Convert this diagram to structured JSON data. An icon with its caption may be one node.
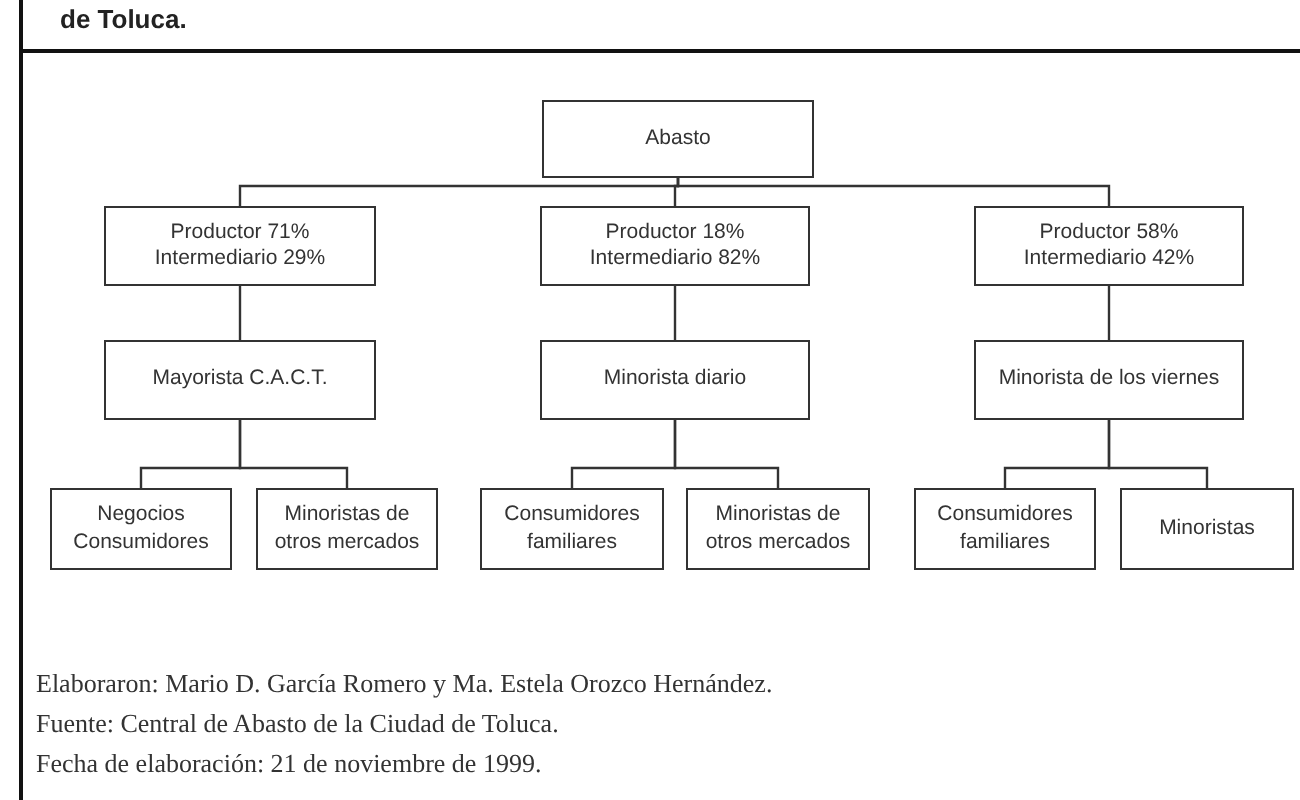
{
  "diagram": {
    "title": "de Toluca.",
    "nodes": [
      {
        "text": [
          "Abasto"
        ]
      },
      {
        "text": [
          "Productor 71% Intermediario 29%"
        ]
      },
      {
        "text": [
          "Productor 18% Intermediario 82%"
        ]
      },
      {
        "text": [
          "Productor 58% Intermediario 42%"
        ]
      },
      {
        "text": [
          "Mayorista C.A.C.T."
        ]
      },
      {
        "text": [
          "Minorista diario"
        ]
      },
      {
        "text": [
          "Minorista de los viernes"
        ]
      },
      {
        "text": [
          "Negocios Consumidores"
        ]
      },
      {
        "text": [
          "Minoristas de otros mercados"
        ]
      },
      {
        "text": [
          "Consumidores familiares"
        ]
      },
      {
        "text": [
          "Minoristas de otros mercados"
        ]
      },
      {
        "text": [
          "Consumidores familiares"
        ]
      },
      {
        "text": [
          "Minoristas"
        ]
      }
    ],
    "edges": [
      {
        "from": 0,
        "to": 1,
        "arrow": "none"
      },
      {
        "from": 0,
        "to": 2,
        "arrow": "none"
      },
      {
        "from": 0,
        "to": 3,
        "arrow": "none"
      },
      {
        "from": 1,
        "to": 4,
        "arrow": "none"
      },
      {
        "from": 2,
        "to": 5,
        "arrow": "none"
      },
      {
        "from": 3,
        "to": 6,
        "arrow": "none"
      },
      {
        "from": 4,
        "to": 7,
        "arrow": "none"
      },
      {
        "from": 4,
        "to": 8,
        "arrow": "none"
      },
      {
        "from": 5,
        "to": 9,
        "arrow": "none"
      },
      {
        "from": 5,
        "to": 10,
        "arrow": "none"
      },
      {
        "from": 6,
        "to": 11,
        "arrow": "none"
      },
      {
        "from": 6,
        "to": 12,
        "arrow": "none"
      }
    ],
    "labels": [
      "Elaboraron: Mario D. García Romero y Ma. Estela Orozco Hernández.",
      "Fuente: Central de Abasto de la Ciudad de Toluca.",
      "Fecha de elaboración: 21 de noviembre de 1999."
    ]
  }
}
